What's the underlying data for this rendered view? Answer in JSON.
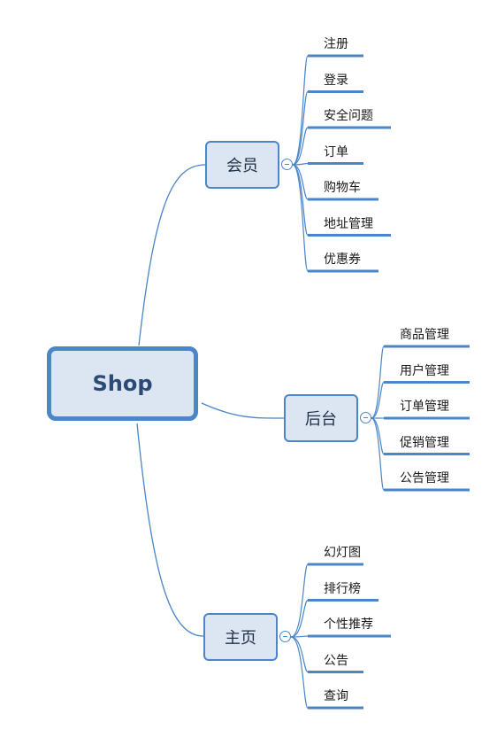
{
  "root": {
    "label": "Shop"
  },
  "branches": [
    {
      "label": "会员",
      "items": [
        "注册",
        "登录",
        "安全问题",
        "订单",
        "购物车",
        "地址管理",
        "优惠券"
      ]
    },
    {
      "label": "后台",
      "items": [
        "商品管理",
        "用户管理",
        "订单管理",
        "促销管理",
        "公告管理"
      ]
    },
    {
      "label": "主页",
      "items": [
        "幻灯图",
        "排行榜",
        "个性推荐",
        "公告",
        "查询"
      ]
    }
  ],
  "colors": {
    "line": "#4a86c8",
    "node_fill": "#dce6f2",
    "root_text": "#2b4a75"
  }
}
